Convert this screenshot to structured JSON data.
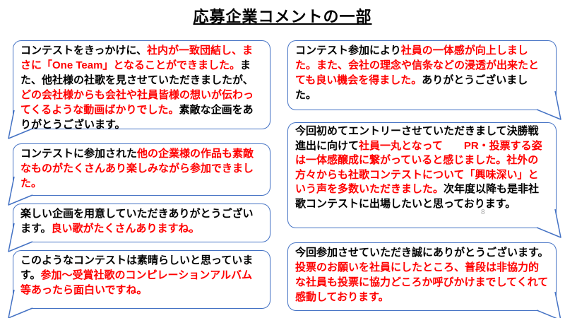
{
  "title": "応募企業コメントの一部",
  "page_number": "8",
  "colors": {
    "bubble_border": "#4472C4",
    "highlight_red": "#FF0000",
    "text_black": "#000000",
    "background": "#FFFFFF",
    "page_number_gray": "#A6A6A6"
  },
  "bubbles": [
    {
      "name": "comment-1",
      "segments": [
        {
          "color": "black",
          "text": "コンテストをきっかけに、"
        },
        {
          "color": "red",
          "text": "社内が一致団結し、まさに「One Team」となることができました。"
        },
        {
          "color": "black",
          "text": "また、他社様の社歌を見させていただきましたが、"
        },
        {
          "color": "red",
          "text": "どの会社様からも会社や社員皆様の想いが伝わってくるような動画ばかりでした。"
        },
        {
          "color": "black",
          "text": "素敵な企画をありがとうございます。"
        }
      ]
    },
    {
      "name": "comment-2",
      "segments": [
        {
          "color": "black",
          "text": "コンテストに参加された"
        },
        {
          "color": "red",
          "text": "他の企業様の作品も素敵なものがたくさんあり楽しみながら参加できました。"
        }
      ]
    },
    {
      "name": "comment-3",
      "segments": [
        {
          "color": "black",
          "text": "楽しい企画を用意していただきありがとうございます。"
        },
        {
          "color": "red",
          "text": "良い歌がたくさんありますね。"
        }
      ]
    },
    {
      "name": "comment-4",
      "segments": [
        {
          "color": "black",
          "text": "このようなコンテストは素晴らしいと思っています。"
        },
        {
          "color": "red",
          "text": "参加～受賞社歌のコンピレーションアルバム等あったら面白いですね。"
        }
      ]
    },
    {
      "name": "comment-5",
      "segments": [
        {
          "color": "black",
          "text": "コンテスト参加により"
        },
        {
          "color": "red",
          "text": "社員の一体感が向上しました。また、会社の理念や信条などの浸透が出来たとても良い機会を得ました。"
        },
        {
          "color": "black",
          "text": "ありがとうございました。"
        }
      ]
    },
    {
      "name": "comment-6",
      "segments": [
        {
          "color": "black",
          "text": "今回初めてエントリーさせていただきまして決勝戦進出に向けて"
        },
        {
          "color": "red",
          "text": "社員一丸となって　　PR・投票する姿は一体感醸成に繋がっていると感じました。社外の方々からも社歌コンテストについて「興味深い」という声を多数いただきました。"
        },
        {
          "color": "black",
          "text": "次年度以降も是非社歌コンテストに出場したいと思っております。"
        }
      ]
    },
    {
      "name": "comment-7",
      "segments": [
        {
          "color": "black",
          "text": "今回参加させていただき誠にありがとうございます。"
        },
        {
          "color": "red",
          "text": "投票のお願いを社員にしたところ、普段は非協力的な社員も投票に協力どころか呼びかけまでしてくれて感動しております。"
        }
      ]
    }
  ]
}
